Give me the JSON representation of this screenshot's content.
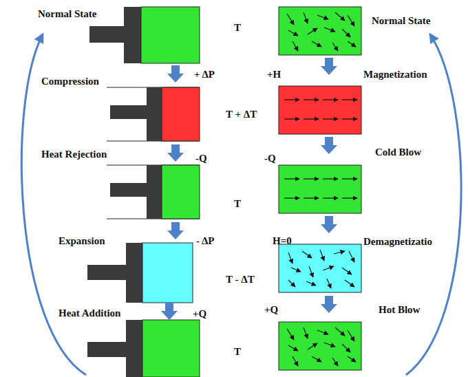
{
  "diagram": {
    "labels": [
      "Normal State",
      "T",
      "Normal State",
      "+ ΔP",
      "+H",
      "Magnetization",
      "Compression",
      "T + ΔT",
      "Heat Rejection",
      "-Q",
      "-Q",
      "Cold Blow",
      "T",
      "Expansion",
      "- ΔP",
      "H=0",
      "Demagnetizatio",
      "T - ΔT",
      "Heat Addition",
      "+Q",
      "+Q",
      "Hot Blow",
      "T"
    ]
  }
}
